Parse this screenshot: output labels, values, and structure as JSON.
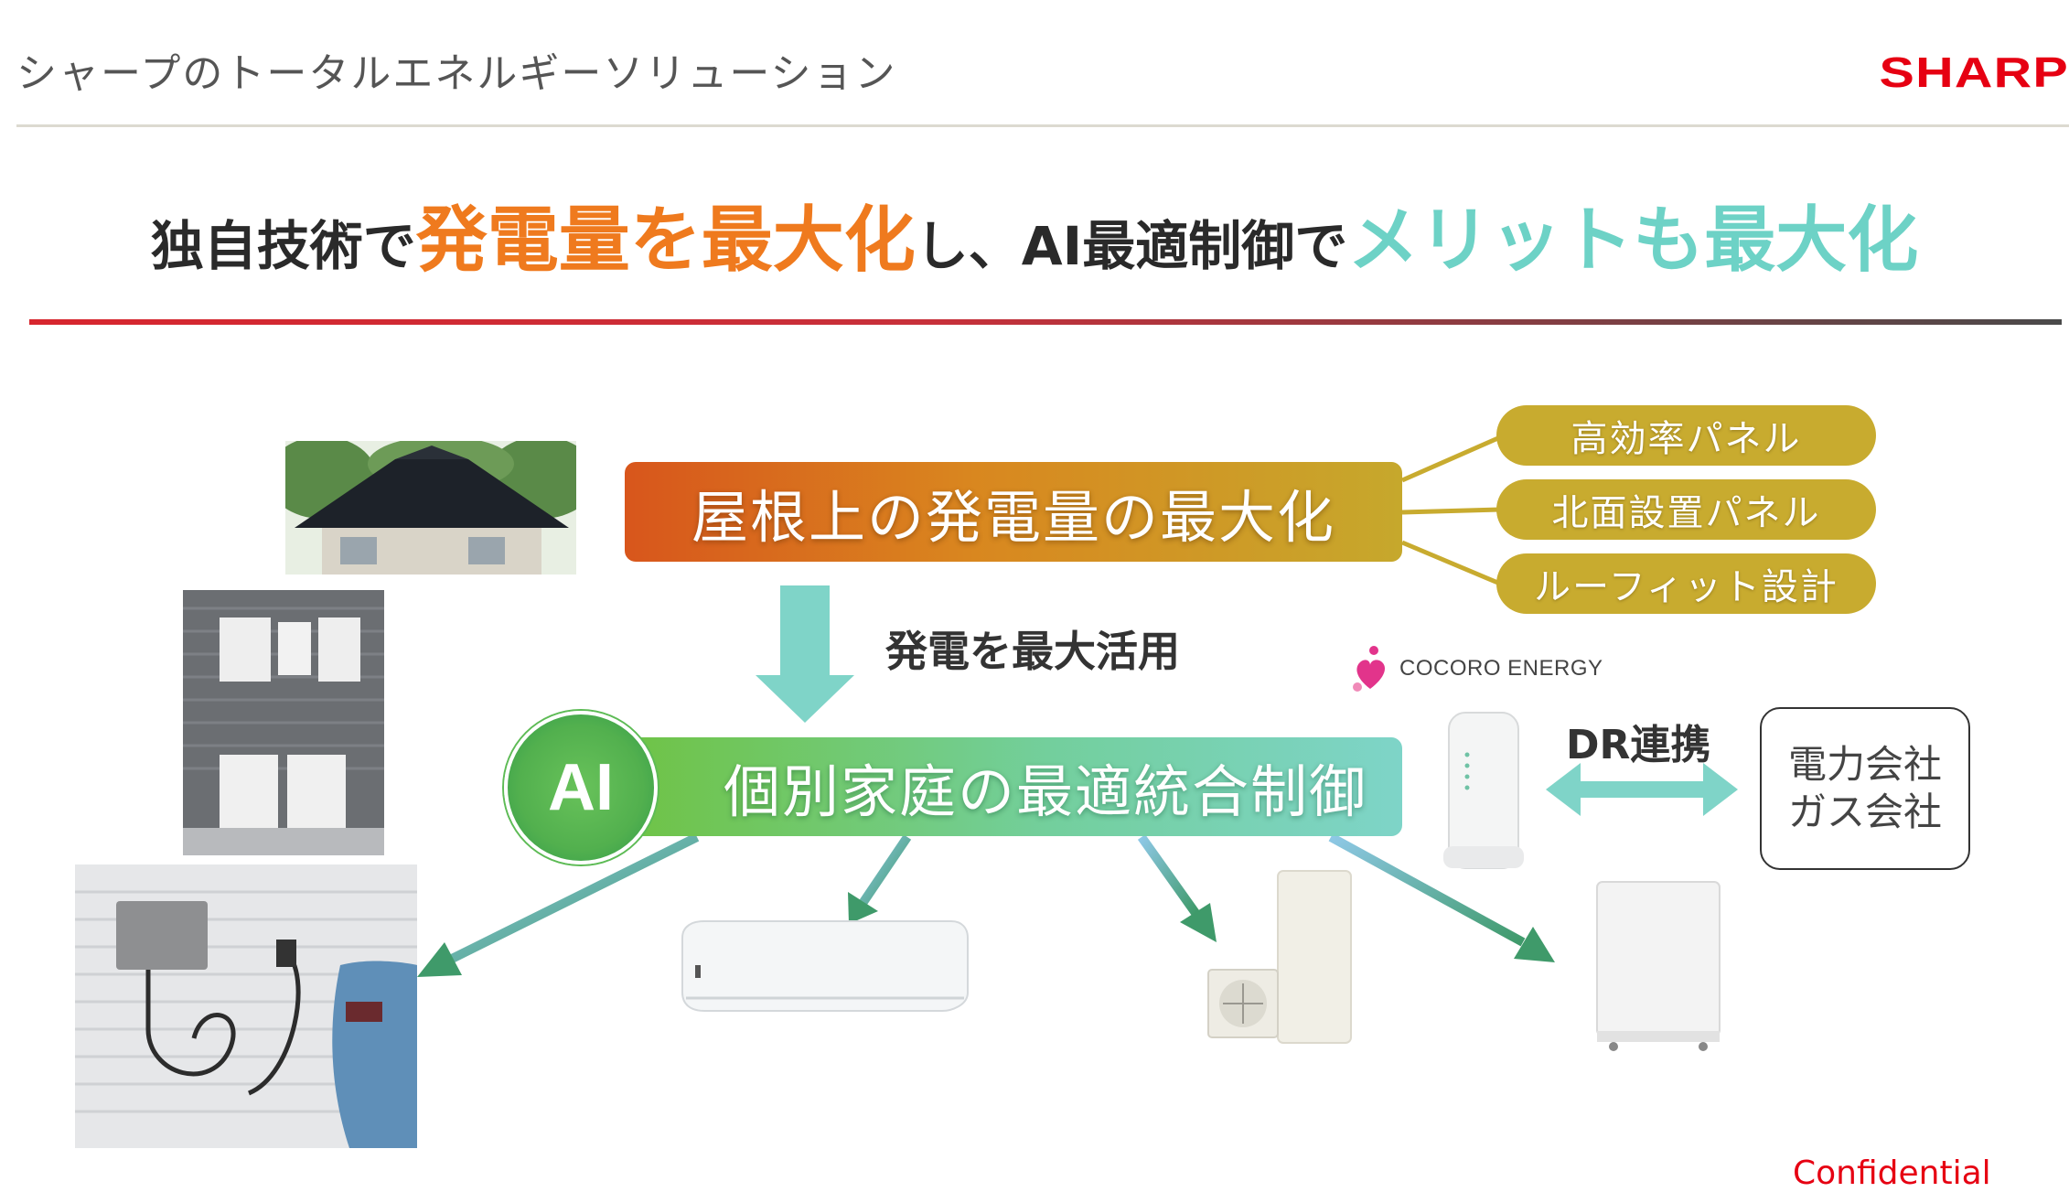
{
  "header": {
    "title": "シャープのトータルエネルギーソリューション",
    "logo": "SHARP"
  },
  "headline": {
    "part1": "独自技術で",
    "part2": "発電量を最大化",
    "part3": "し、AI最適制御で",
    "part4": "メリットも最大化"
  },
  "diagram": {
    "top_box": "屋根上の発電量の最大化",
    "features": [
      "高効率パネル",
      "北面設置パネル",
      "ルーフィット設計"
    ],
    "flow_label": "発電を最大活用",
    "ai_badge": "AI",
    "ai_box": "個別家庭の最適統合制御",
    "cocoro": "COCORO ENERGY",
    "dr_label": "DR連携",
    "companies": [
      "電力会社",
      "ガス会社"
    ]
  },
  "footer": {
    "confidential": "Confidential"
  },
  "colors": {
    "orange": "#ef7a1e",
    "teal": "#6dd2c6",
    "gold": "#c8ab2f",
    "green": "#5dbb55",
    "sharp_red": "#e60012"
  }
}
